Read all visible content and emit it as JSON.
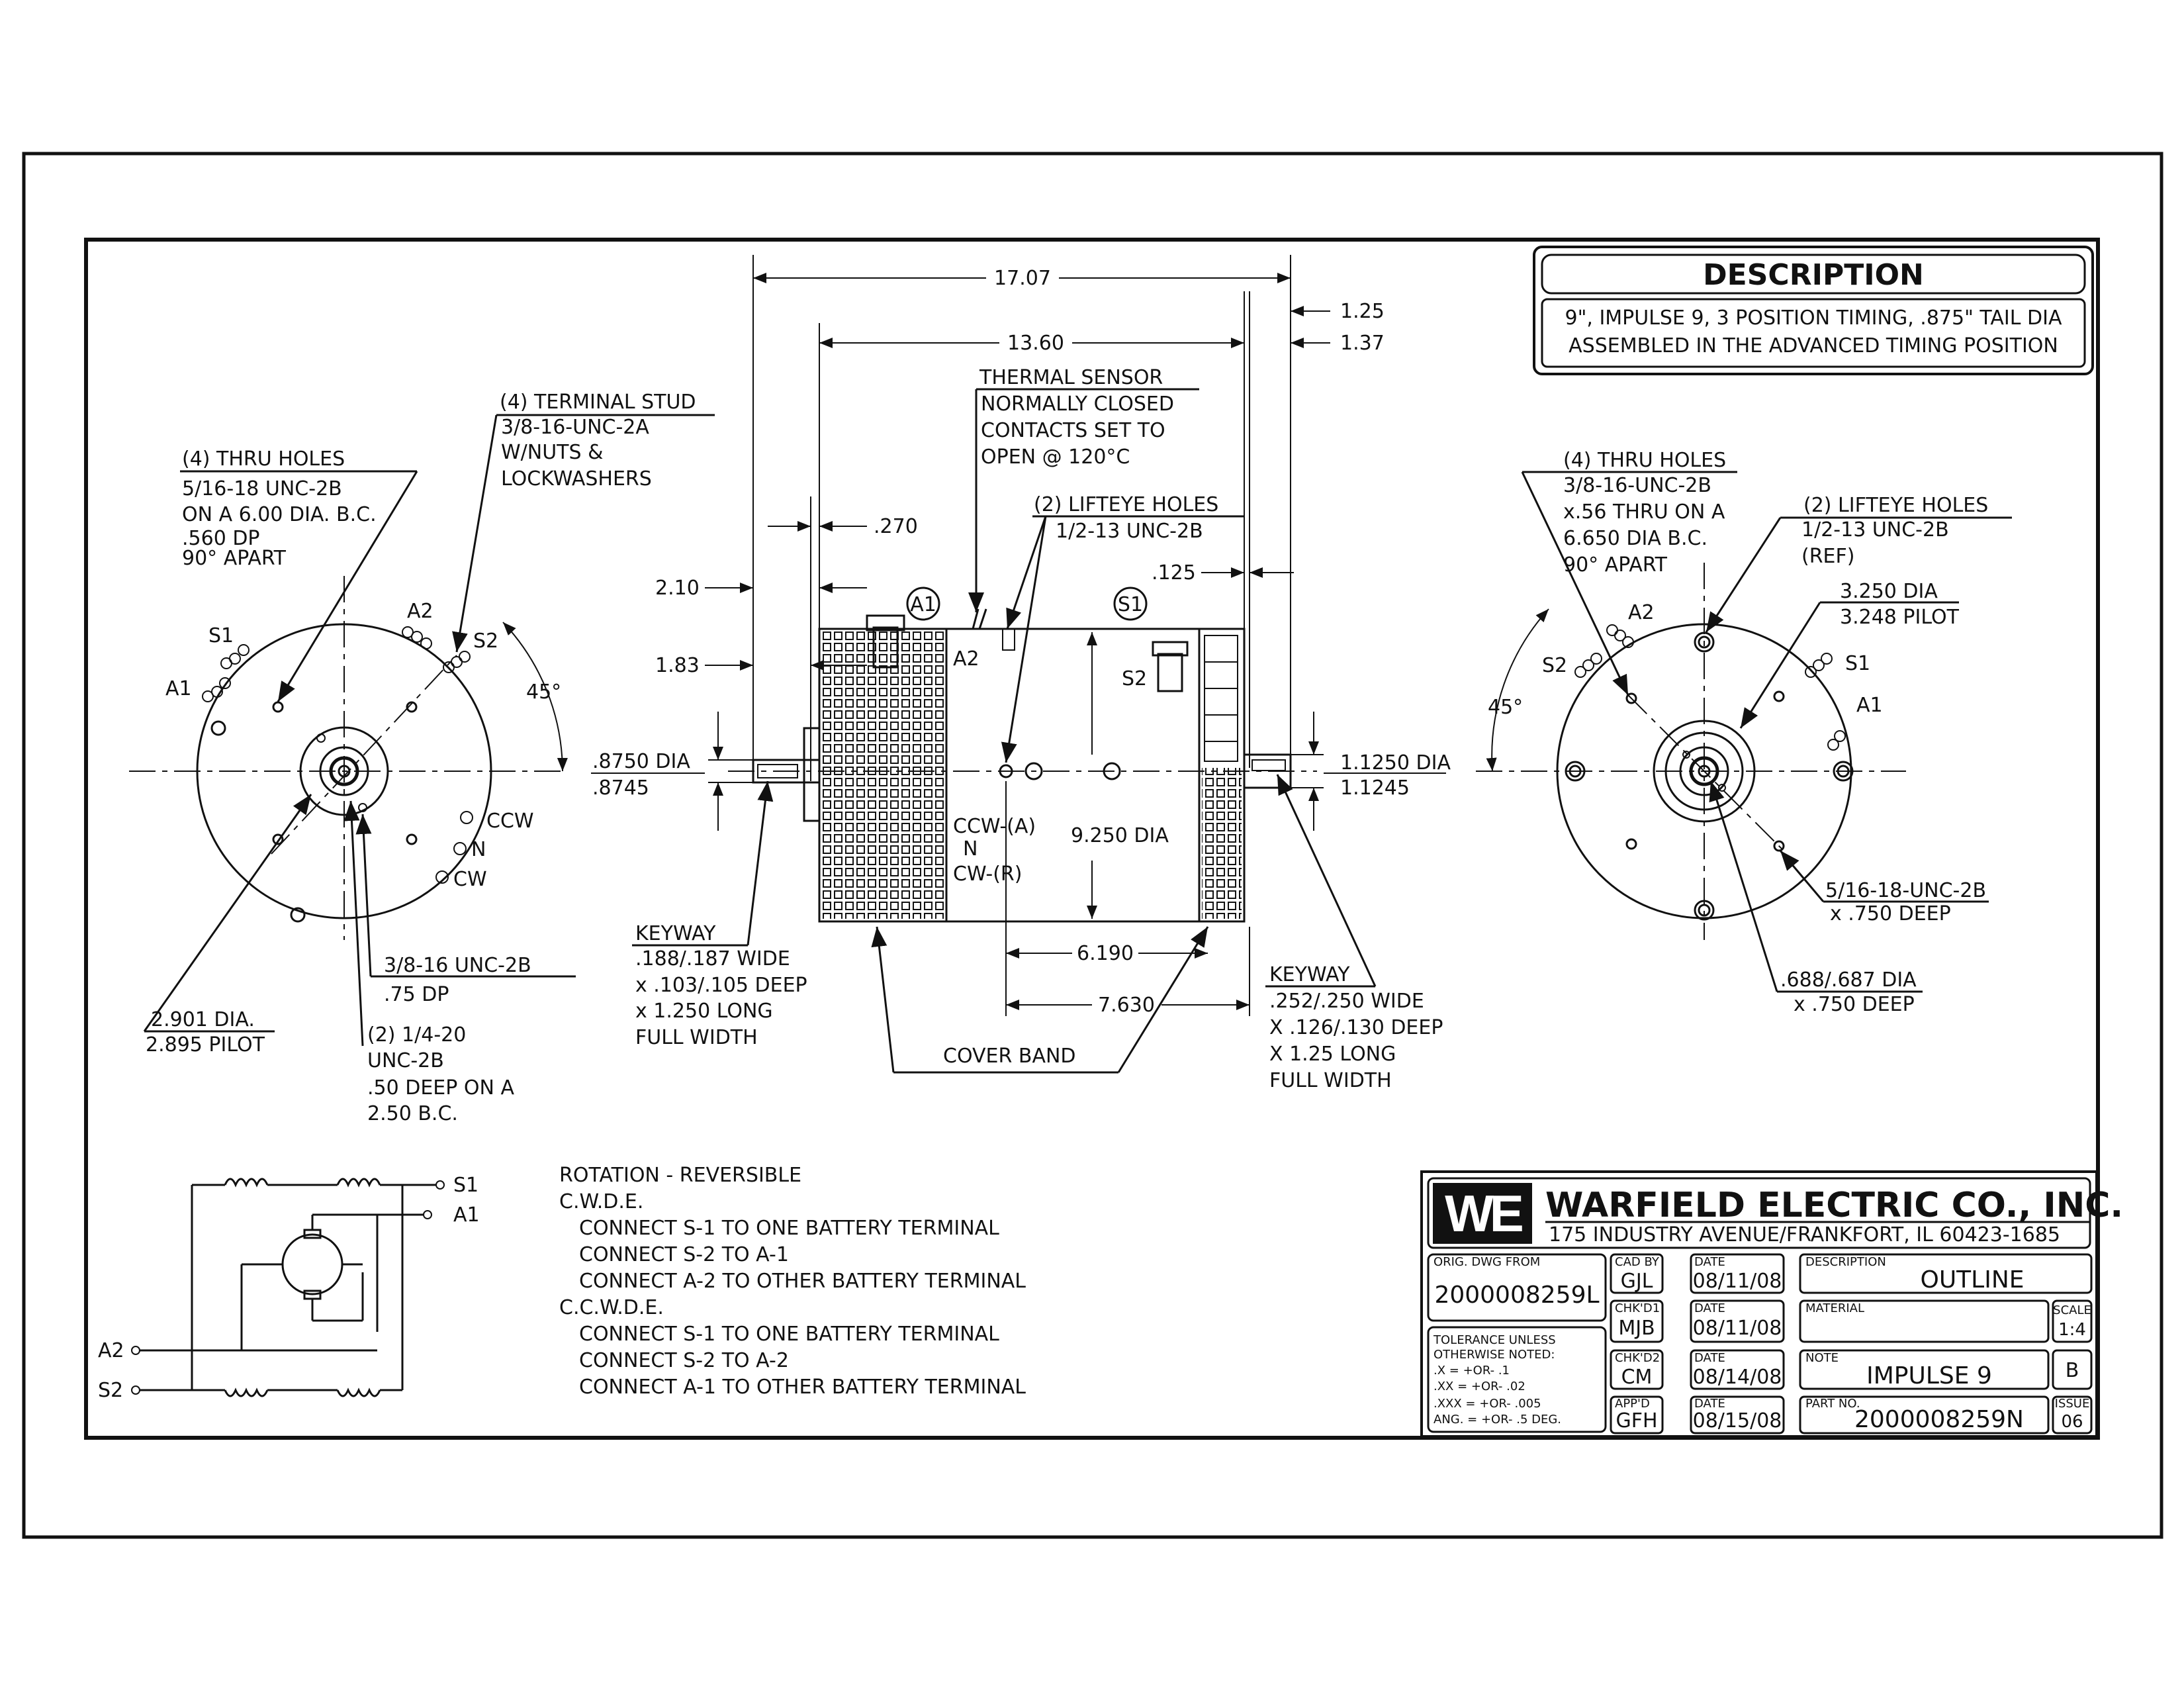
{
  "description": {
    "heading": "DESCRIPTION",
    "line1": "9\", IMPULSE 9, 3 POSITION TIMING, .875\" TAIL DIA",
    "line2": "ASSEMBLED IN THE ADVANCED TIMING POSITION"
  },
  "side_view": {
    "dim_overall": "17.07",
    "dim_body": "13.60",
    "dim_125": "1.25",
    "dim_137": "1.37",
    "dim_270": ".270",
    "dim_210": "2.10",
    "dim_183": "1.83",
    "dim_0125": ".125",
    "thermal_sensor": [
      "THERMAL SENSOR",
      "NORMALLY CLOSED",
      "CONTACTS SET TO",
      "OPEN @ 120°C"
    ],
    "lifteye": [
      "(2) LIFTEYE HOLES",
      "1/2-13 UNC-2B"
    ],
    "label_a1": "A1",
    "label_s1": "S1",
    "label_a2": "A2",
    "label_s2": "S2",
    "shaft_dia": [
      ".8750 DIA",
      ".8745"
    ],
    "tail_dia": [
      "1.1250 DIA",
      "1.1245"
    ],
    "rotation_ccw": "CCW-(A)",
    "rotation_n": "N",
    "rotation_cw": "CW-(R)",
    "body_dia": "9.250 DIA",
    "dim_6190": "6.190",
    "dim_7630": "7.630",
    "keyway_left": [
      "KEYWAY",
      ".188/.187 WIDE",
      "x .103/.105 DEEP",
      "x 1.250 LONG",
      "FULL WIDTH"
    ],
    "keyway_right": [
      "KEYWAY",
      ".252/.250 WIDE",
      "X .126/.130 DEEP",
      "X 1.25 LONG",
      "FULL WIDTH"
    ],
    "cover_band": "COVER BAND"
  },
  "left_view": {
    "thru_holes": [
      "(4) THRU HOLES",
      "5/16-18 UNC-2B",
      "ON A 6.00 DIA. B.C.",
      ".560 DP",
      "90° APART"
    ],
    "terminal_stud": [
      "(4) TERMINAL STUD",
      "3/8-16-UNC-2A",
      "W/NUTS &",
      "LOCKWASHERS"
    ],
    "label_s1": "S1",
    "label_a1": "A1",
    "label_a2": "A2",
    "label_s2": "S2",
    "angle": "45°",
    "ccw": "CCW",
    "n": "N",
    "cw": "CW",
    "tap_38": [
      "3/8-16 UNC-2B",
      ".75 DP"
    ],
    "pilot": [
      "2.901 DIA.",
      "2.895 PILOT"
    ],
    "tap_14": [
      "(2) 1/4-20",
      "UNC-2B",
      ".50 DEEP ON A",
      "2.50 B.C."
    ]
  },
  "right_view": {
    "thru_holes": [
      "(4) THRU HOLES",
      "3/8-16-UNC-2B",
      "x.56 THRU ON A",
      "6.650 DIA B.C.",
      "90° APART"
    ],
    "lifteye": [
      "(2) LIFTEYE HOLES",
      "1/2-13 UNC-2B",
      "(REF)"
    ],
    "pilot": [
      "3.250 DIA",
      "3.248 PILOT"
    ],
    "label_a2": "A2",
    "label_s2": "S2",
    "label_s1": "S1",
    "label_a1": "A1",
    "angle": "45°",
    "tap_516": [
      "5/16-18-UNC-2B",
      "x .750 DEEP"
    ],
    "tap_688": [
      ".688/.687 DIA",
      "x .750 DEEP"
    ]
  },
  "schematic": {
    "s1": "S1",
    "a1": "A1",
    "a2": "A2",
    "s2": "S2"
  },
  "rotation_notes": [
    "ROTATION - REVERSIBLE",
    "C.W.D.E.",
    "CONNECT S-1 TO ONE BATTERY TERMINAL",
    "CONNECT S-2 TO A-1",
    "CONNECT A-2 TO OTHER BATTERY TERMINAL",
    "C.C.W.D.E.",
    "CONNECT S-1 TO ONE BATTERY TERMINAL",
    "CONNECT S-2 TO A-2",
    "CONNECT A-1 TO OTHER BATTERY TERMINAL"
  ],
  "title_block": {
    "logo": "WE",
    "company": "WARFIELD ELECTRIC CO., INC.",
    "address": "175 INDUSTRY AVENUE/FRANKFORT, IL 60423-1685",
    "orig_dwg_label": "ORIG. DWG FROM",
    "orig_dwg": "2000008259L",
    "cad_by_label": "CAD BY",
    "cad_by": "GJL",
    "date_label": "DATE",
    "date1": "08/11/08",
    "chk1_label": "CHK'D1",
    "chk1": "MJB",
    "date2": "08/11/08",
    "chk2_label": "CHK'D2",
    "chk2": "CM",
    "date3": "08/14/08",
    "appd_label": "APP'D",
    "appd": "GFH",
    "date4": "08/15/08",
    "description_label": "DESCRIPTION",
    "description": "OUTLINE",
    "material_label": "MATERIAL",
    "scale_label": "SCALE",
    "scale": "1:4",
    "note_label": "NOTE",
    "note": "IMPULSE 9",
    "size": "B",
    "part_no_label": "PART NO.",
    "part_no": "2000008259N",
    "issue_label": "ISSUE",
    "issue": "06",
    "tolerance": [
      "TOLERANCE UNLESS",
      "OTHERWISE NOTED:",
      ".X    = +OR- .1",
      ".XX   = +OR- .02",
      ".XXX  = +OR- .005",
      "ANG. = +OR- .5 DEG."
    ]
  }
}
